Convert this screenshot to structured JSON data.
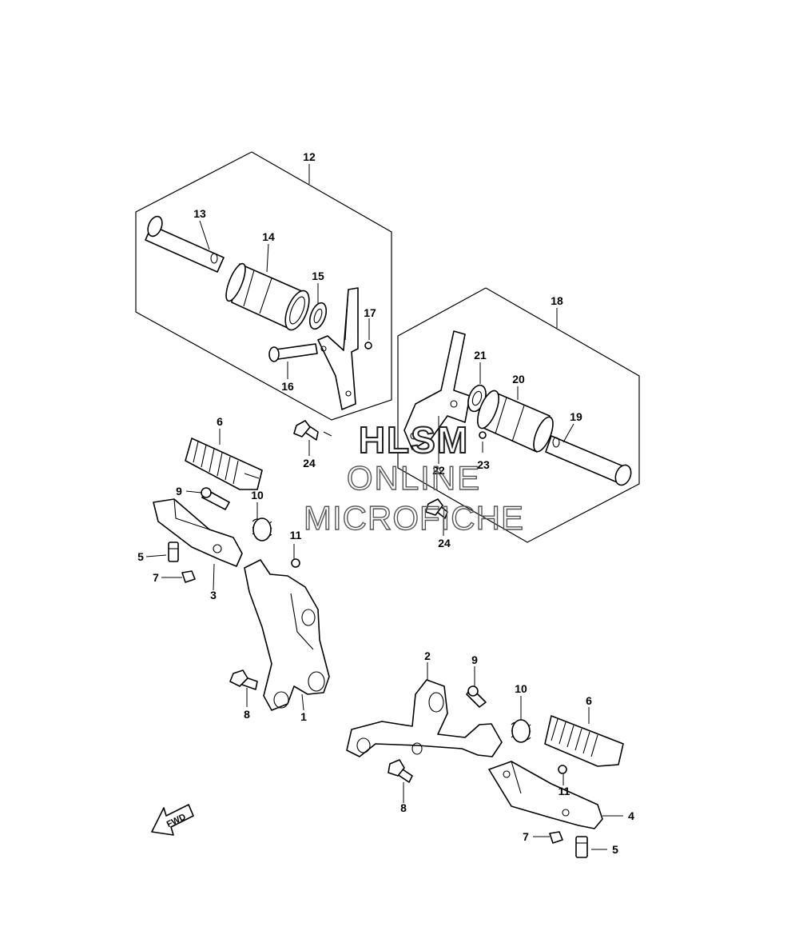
{
  "callouts": {
    "c1": "1",
    "c2": "2",
    "c3": "3",
    "c4": "4",
    "c5a": "5",
    "c5b": "5",
    "c6a": "6",
    "c6b": "6",
    "c7a": "7",
    "c7b": "7",
    "c8a": "8",
    "c8b": "8",
    "c9a": "9",
    "c9b": "9",
    "c10a": "10",
    "c10b": "10",
    "c11a": "11",
    "c11b": "11",
    "c12": "12",
    "c13": "13",
    "c14": "14",
    "c15": "15",
    "c16": "16",
    "c17": "17",
    "c18": "18",
    "c19": "19",
    "c20": "20",
    "c21": "21",
    "c22": "22",
    "c23": "23",
    "c24a": "24",
    "c24b": "24"
  },
  "watermark": {
    "line1": "HLSM",
    "line2": "ONLINE",
    "line3": "MICROFICHE"
  },
  "direction_arrow": {
    "label": "FWD",
    "icon": "fwd-arrow-icon"
  }
}
